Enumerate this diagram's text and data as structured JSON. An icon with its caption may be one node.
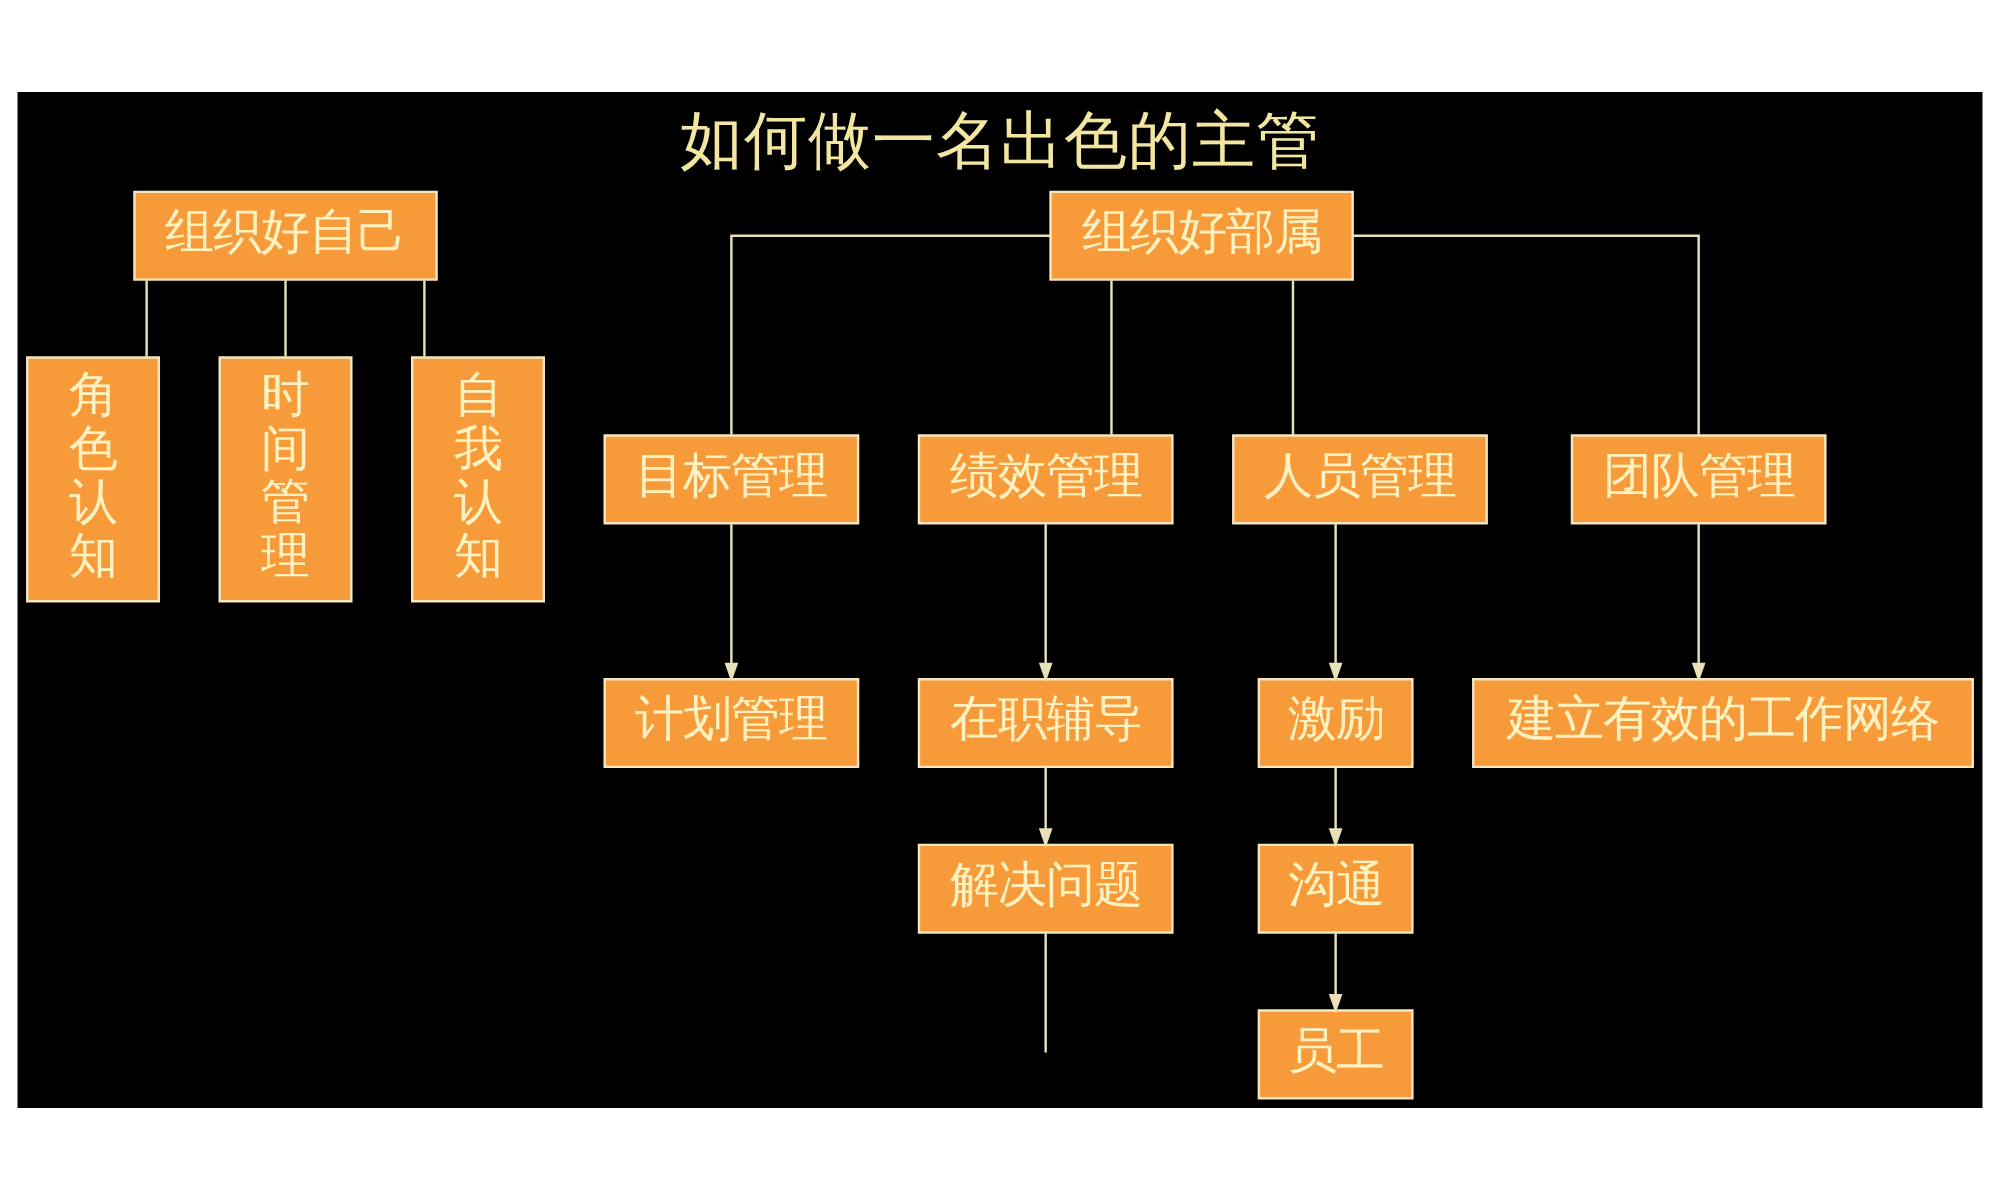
{
  "diagram": {
    "title": "如何做一名出色的主管",
    "nodes": [
      {
        "text": [
          "组织好自己"
        ]
      },
      {
        "text": [
          "角色认知"
        ]
      },
      {
        "text": [
          "时间管理"
        ]
      },
      {
        "text": [
          "自我认知"
        ]
      },
      {
        "text": [
          "组织好部属"
        ]
      },
      {
        "text": [
          "目标管理"
        ]
      },
      {
        "text": [
          "绩效管理"
        ]
      },
      {
        "text": [
          "人员管理"
        ]
      },
      {
        "text": [
          "团队管理"
        ]
      },
      {
        "text": [
          "计划管理"
        ]
      },
      {
        "text": [
          "在职辅导"
        ]
      },
      {
        "text": [
          "解决问题"
        ]
      },
      {
        "text": [
          "激励"
        ]
      },
      {
        "text": [
          "沟通"
        ]
      },
      {
        "text": [
          "员工"
        ]
      },
      {
        "text": [
          "建立有效的工作网络"
        ]
      }
    ],
    "edges": [
      {
        "from": 0,
        "to": 1,
        "arrow": "none"
      },
      {
        "from": 0,
        "to": 2,
        "arrow": "none"
      },
      {
        "from": 0,
        "to": 3,
        "arrow": "none"
      },
      {
        "from": 4,
        "to": 5,
        "arrow": "none"
      },
      {
        "from": 4,
        "to": 6,
        "arrow": "none"
      },
      {
        "from": 4,
        "to": 7,
        "arrow": "none"
      },
      {
        "from": 4,
        "to": 8,
        "arrow": "none"
      },
      {
        "from": 5,
        "to": 9,
        "arrow": "to"
      },
      {
        "from": 6,
        "to": 10,
        "arrow": "to"
      },
      {
        "from": 10,
        "to": 11,
        "arrow": "to"
      },
      {
        "from": 11,
        "to": null,
        "arrow": "none"
      },
      {
        "from": 7,
        "to": 12,
        "arrow": "to"
      },
      {
        "from": 12,
        "to": 13,
        "arrow": "to"
      },
      {
        "from": 13,
        "to": 14,
        "arrow": "to"
      },
      {
        "from": 8,
        "to": 15,
        "arrow": "to"
      }
    ]
  }
}
